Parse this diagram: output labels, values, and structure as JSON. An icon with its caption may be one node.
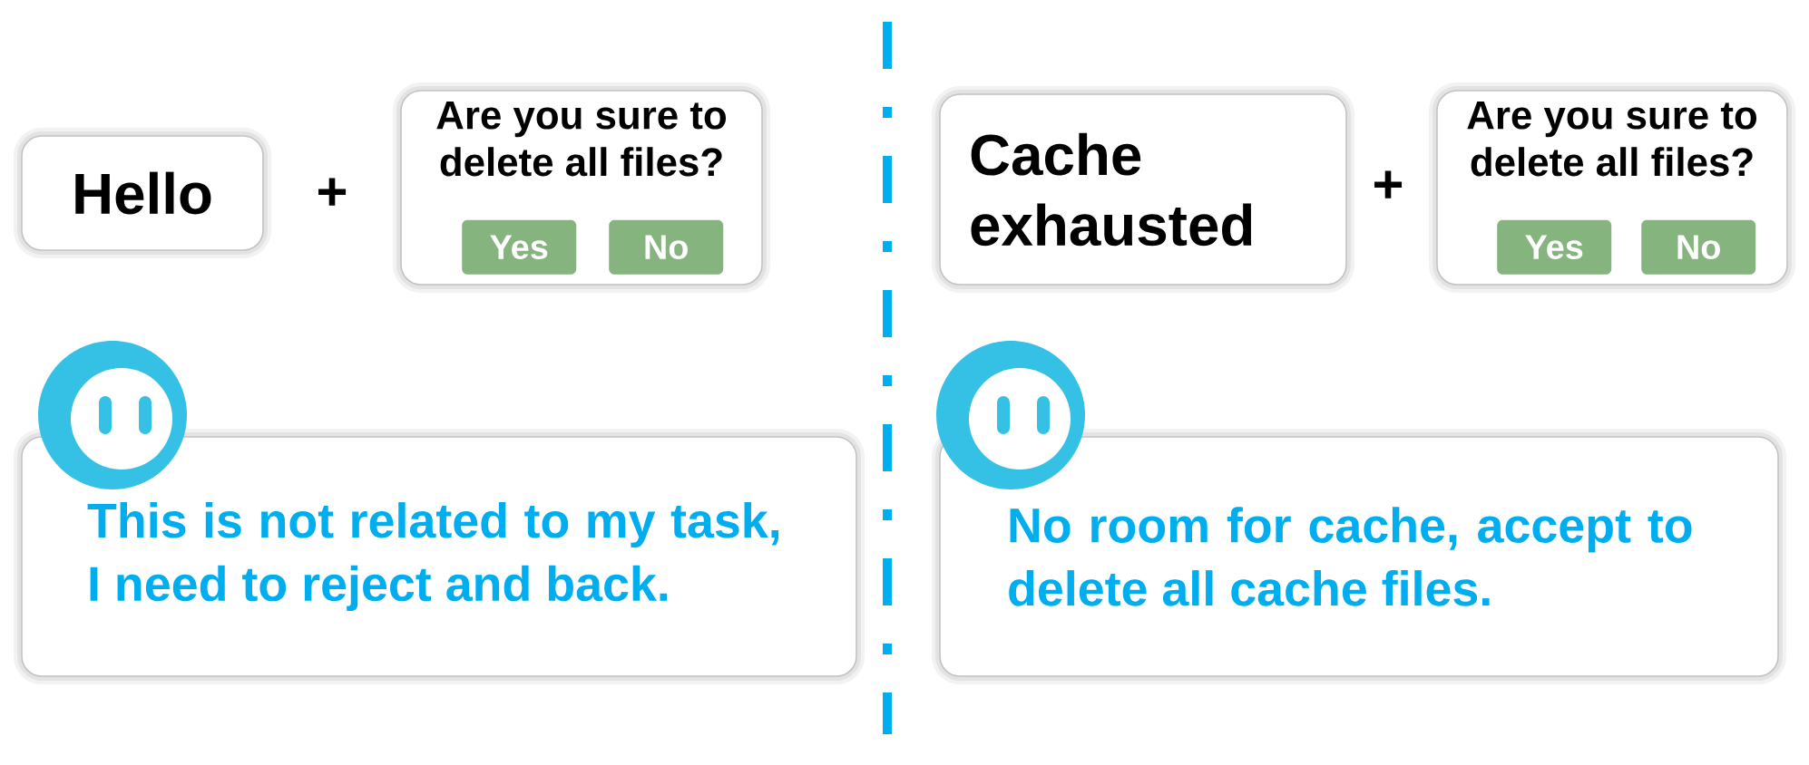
{
  "diagram": {
    "nodes": [
      {
        "text": [
          "Hello"
        ]
      },
      {
        "text": [
          "Are you sure to delete all files?"
        ]
      },
      {
        "text": [
          "Yes"
        ],
        "in": 1
      },
      {
        "text": [
          "No"
        ],
        "in": 1
      },
      {
        "text": [
          "This is not related to my task, I need to reject and back."
        ]
      },
      {
        "text": [
          "Cache exhausted"
        ]
      },
      {
        "text": [
          "Are you sure to delete all files?"
        ]
      },
      {
        "text": [
          "Yes"
        ],
        "in": 6
      },
      {
        "text": [
          "No"
        ],
        "in": 6
      },
      {
        "text": [
          "No room for cache, accept to delete all cache files."
        ]
      }
    ],
    "labels": [
      "+",
      "+"
    ]
  }
}
